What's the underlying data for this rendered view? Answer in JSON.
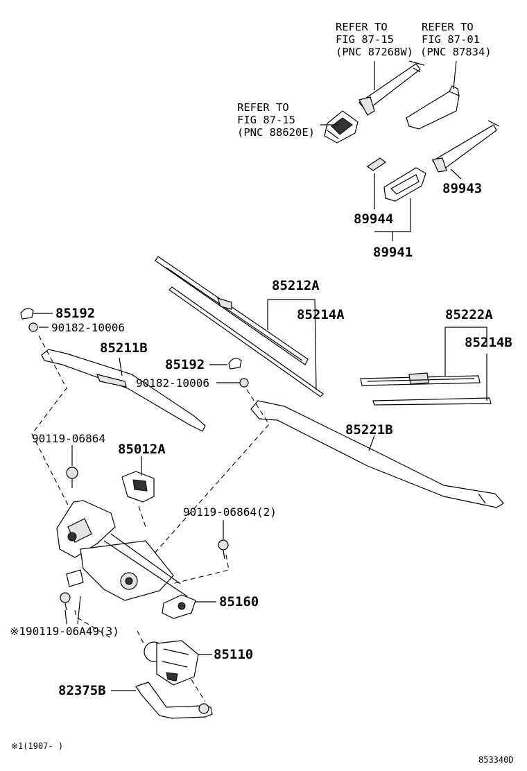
{
  "refs": {
    "ref_87268w": [
      "REFER TO",
      "FIG 87-15",
      "(PNC 87268W)"
    ],
    "ref_87834": [
      "REFER TO",
      "FIG 87-01",
      "(PNC 87834)"
    ],
    "ref_88620e": [
      "REFER TO",
      "FIG 87-15",
      "(PNC 88620E)"
    ]
  },
  "parts": {
    "p89943": "89943",
    "p89944": "89944",
    "p89941": "89941",
    "p85212a": "85212A",
    "p85214a": "85214A",
    "p85222a": "85222A",
    "p85214b": "85214B",
    "p85192_left": "85192",
    "p90182_left": "90182-10006",
    "p85211b": "85211B",
    "p85192_mid": "85192",
    "p90182_mid": "90182-10006",
    "p85221b": "85221B",
    "p90119_06864": "90119-06864",
    "p85012a": "85012A",
    "p90119_06864_2": "90119-06864(2)",
    "p85160": "85160",
    "p90119_06a49": "※190119-06A49(3)",
    "p85110": "85110",
    "p82375b": "82375B"
  },
  "footer": {
    "note": "※1(1907-      )",
    "diagram_id": "853340D"
  }
}
